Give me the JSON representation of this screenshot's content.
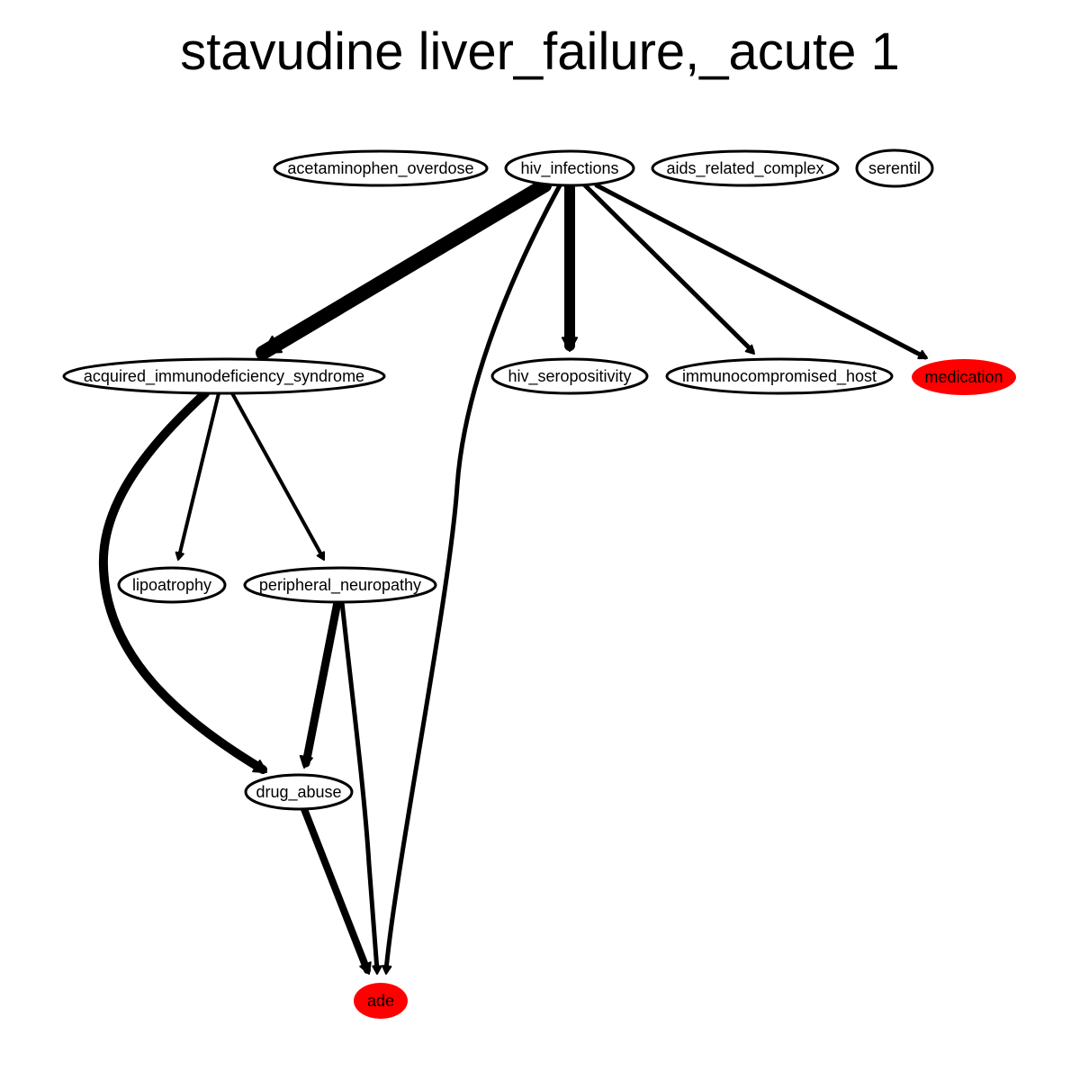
{
  "title": "stavudine liver_failure,_acute 1",
  "colors": {
    "highlight": "#ff0000",
    "stroke": "#000000",
    "background": "#ffffff"
  },
  "nodes": [
    {
      "id": "acetaminophen_overdose",
      "label": "acetaminophen_overdose",
      "highlighted": false
    },
    {
      "id": "hiv_infections",
      "label": "hiv_infections",
      "highlighted": false
    },
    {
      "id": "aids_related_complex",
      "label": "aids_related_complex",
      "highlighted": false
    },
    {
      "id": "serentil",
      "label": "serentil",
      "highlighted": false
    },
    {
      "id": "acquired_immunodeficiency_syndrome",
      "label": "acquired_immunodeficiency_syndrome",
      "highlighted": false
    },
    {
      "id": "hiv_seropositivity",
      "label": "hiv_seropositivity",
      "highlighted": false
    },
    {
      "id": "immunocompromised_host",
      "label": "immunocompromised_host",
      "highlighted": false
    },
    {
      "id": "medication",
      "label": "medication",
      "highlighted": true
    },
    {
      "id": "lipoatrophy",
      "label": "lipoatrophy",
      "highlighted": false
    },
    {
      "id": "peripheral_neuropathy",
      "label": "peripheral_neuropathy",
      "highlighted": false
    },
    {
      "id": "drug_abuse",
      "label": "drug_abuse",
      "highlighted": false
    },
    {
      "id": "ade",
      "label": "ade",
      "highlighted": true
    }
  ],
  "edges": [
    {
      "from": "hiv_infections",
      "to": "acquired_immunodeficiency_syndrome",
      "weight": 16
    },
    {
      "from": "hiv_infections",
      "to": "ade",
      "weight": 5
    },
    {
      "from": "hiv_infections",
      "to": "hiv_seropositivity",
      "weight": 12
    },
    {
      "from": "hiv_infections",
      "to": "immunocompromised_host",
      "weight": 5
    },
    {
      "from": "hiv_infections",
      "to": "medication",
      "weight": 5
    },
    {
      "from": "acquired_immunodeficiency_syndrome",
      "to": "drug_abuse",
      "weight": 10
    },
    {
      "from": "acquired_immunodeficiency_syndrome",
      "to": "lipoatrophy",
      "weight": 4
    },
    {
      "from": "acquired_immunodeficiency_syndrome",
      "to": "peripheral_neuropathy",
      "weight": 4
    },
    {
      "from": "peripheral_neuropathy",
      "to": "drug_abuse",
      "weight": 9
    },
    {
      "from": "peripheral_neuropathy",
      "to": "ade",
      "weight": 5
    },
    {
      "from": "drug_abuse",
      "to": "ade",
      "weight": 8
    }
  ]
}
